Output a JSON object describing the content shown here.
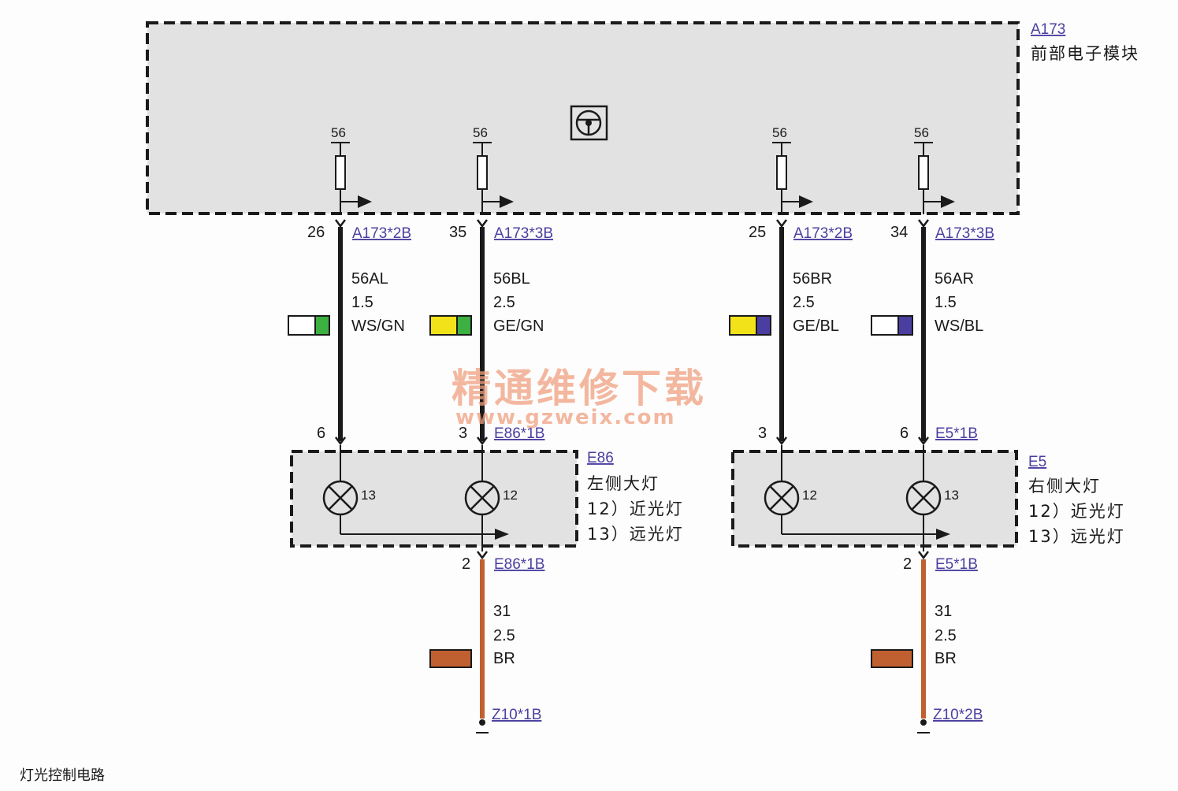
{
  "module": {
    "id": "A173",
    "name": "前部电子模块",
    "fuse_label": "56"
  },
  "connectors_top": [
    {
      "pin": "26",
      "conn": "A173*2B",
      "wire": "56AL",
      "gauge": "1.5",
      "color": "WS/GN",
      "c1": "#ffffff",
      "c2": "#3cb040"
    },
    {
      "pin": "35",
      "conn": "A173*3B",
      "wire": "56BL",
      "gauge": "2.5",
      "color": "GE/GN",
      "c1": "#f2e21a",
      "c2": "#3cb040"
    },
    {
      "pin": "25",
      "conn": "A173*2B",
      "wire": "56BR",
      "gauge": "2.5",
      "color": "GE/BL",
      "c1": "#f2e21a",
      "c2": "#4a3fa0"
    },
    {
      "pin": "34",
      "conn": "A173*3B",
      "wire": "56AR",
      "gauge": "1.5",
      "color": "WS/BL",
      "c1": "#ffffff",
      "c2": "#4a3fa0"
    }
  ],
  "lamps": [
    {
      "id": "E86",
      "name": "左侧大灯",
      "low": "12）近光灯",
      "high": "13）远光灯",
      "pin_a": "6",
      "pin_b": "3",
      "conn_in": "E86*1B",
      "lamp_a": "13",
      "lamp_b": "12",
      "gnd_pin": "2",
      "gnd_conn": "E86*1B",
      "gnd_wire": "31",
      "gnd_gauge": "2.5",
      "gnd_color": "BR",
      "ground": "Z10*1B"
    },
    {
      "id": "E5",
      "name": "右侧大灯",
      "low": "12）近光灯",
      "high": "13）远光灯",
      "pin_a": "3",
      "pin_b": "6",
      "conn_in": "E5*1B",
      "lamp_a": "12",
      "lamp_b": "13",
      "gnd_pin": "2",
      "gnd_conn": "E5*1B",
      "gnd_wire": "31",
      "gnd_gauge": "2.5",
      "gnd_color": "BR",
      "ground": "Z10*2B"
    }
  ],
  "watermark": {
    "cn": "精通维修下载",
    "url": "www.gzweix.com"
  },
  "caption": "灯光控制电路",
  "colors": {
    "brown": "#c06030",
    "panel": "#e2e2e2",
    "link": "#4a3fa0"
  }
}
